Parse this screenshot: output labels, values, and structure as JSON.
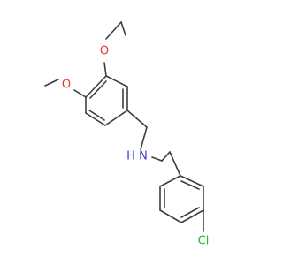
{
  "molecule": {
    "atoms": {
      "oxygen_ethoxy": {
        "symbol": "O",
        "color": "#e8322d"
      },
      "oxygen_methoxy": {
        "symbol": "O",
        "color": "#e8322d"
      },
      "nitrogen_amine": {
        "symbol": "N",
        "color": "#3b3bd6"
      },
      "hydrogen_amine": {
        "symbol": "H",
        "color": "#3b3bd6"
      },
      "chlorine": {
        "symbol": "Cl",
        "color": "#29b829"
      }
    },
    "bond_color": "#3d3d3d"
  }
}
